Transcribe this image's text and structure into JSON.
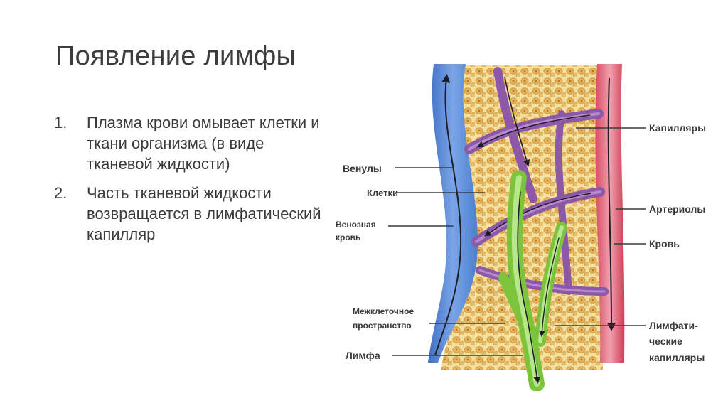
{
  "slide": {
    "title": "Появление лимфы",
    "items": [
      {
        "num": "1.",
        "text": "Плазма крови омывает клетки и ткани организма (в виде тканевой жидкости)"
      },
      {
        "num": "2.",
        "text": "Часть тканевой жидкости возвращается в лимфатический капилляр"
      }
    ]
  },
  "diagram": {
    "labels": {
      "venules": "Венулы",
      "cells": "Клетки",
      "venous_blood_1": "Венозная",
      "venous_blood_2": "кровь",
      "interstitial_1": "Межклеточное",
      "interstitial_2": "пространство",
      "lymph": "Лимфа",
      "capillaries": "Капилляры",
      "arterioles": "Артериолы",
      "blood": "Кровь",
      "lymph_cap_1": "Лимфати-",
      "lymph_cap_2": "ческие",
      "lymph_cap_3": "капилляры"
    },
    "colors": {
      "vein": "#4a7fd0",
      "vein_light": "#8fb3ea",
      "artery": "#d94b63",
      "artery_light": "#ee9aa8",
      "capillary": "#8b59a8",
      "lymph": "#8fd14f",
      "tissue": "#f3dfa0",
      "cell": "#e7b55c"
    }
  }
}
